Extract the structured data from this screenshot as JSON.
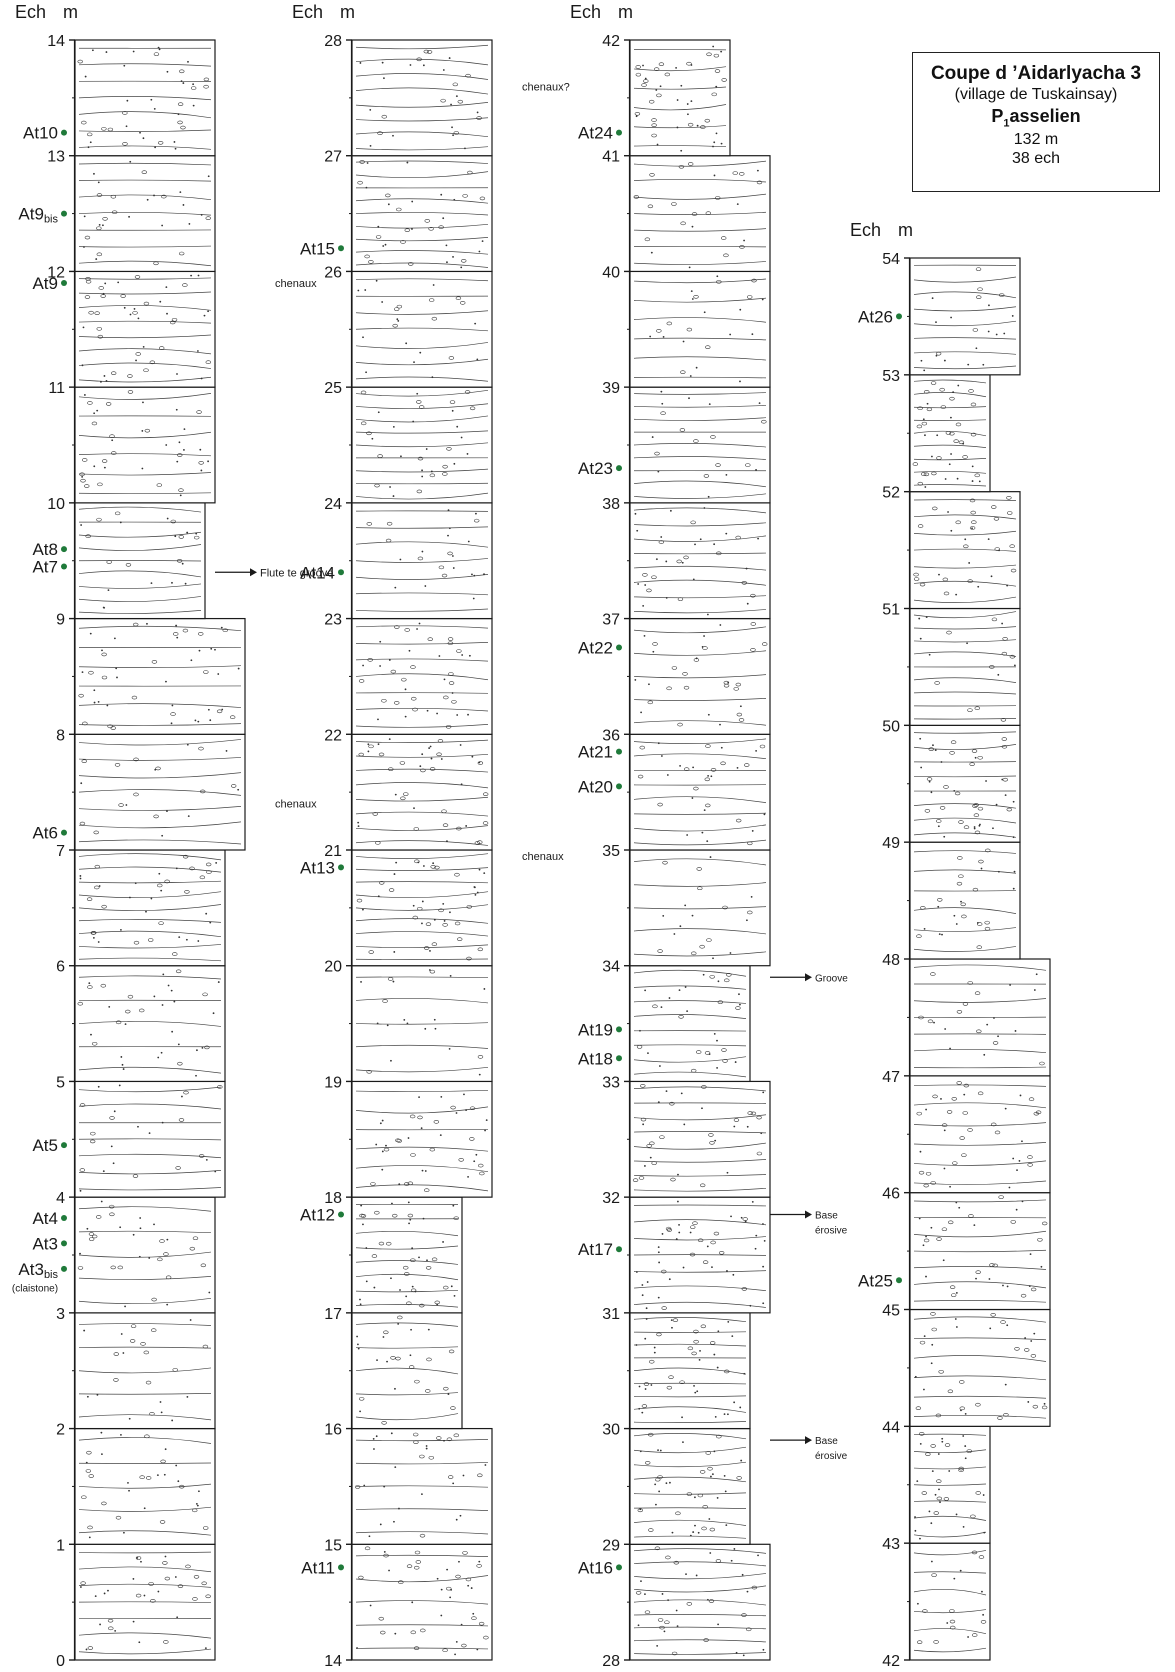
{
  "title": {
    "line1": "Coupe d ’Aidarlyacha 3",
    "line2": "(village de Tuskainsay)",
    "stage_main": "P",
    "stage_sub": "1",
    "stage_rest": "asselien",
    "thickness": "132 m",
    "samples": "38 ech"
  },
  "header_ech": "Ech",
  "header_m": "m",
  "columns": [
    {
      "id": "col1",
      "start": 0,
      "end": 14,
      "ticks": [
        "0",
        "1",
        "2",
        "3",
        "4",
        "5",
        "6",
        "7",
        "8",
        "9",
        "10",
        "11",
        "12",
        "13",
        "14"
      ],
      "samples": [
        {
          "label": "At10",
          "depth": 13.2
        },
        {
          "label": "At9",
          "sub": "bis",
          "depth": 12.5
        },
        {
          "label": "At9",
          "depth": 11.9
        },
        {
          "label": "At8",
          "depth": 9.6
        },
        {
          "label": "At7",
          "depth": 9.45
        },
        {
          "label": "At6",
          "depth": 7.15
        },
        {
          "label": "At5",
          "depth": 4.45
        },
        {
          "label": "At4",
          "depth": 3.82
        },
        {
          "label": "At3",
          "depth": 3.6
        },
        {
          "label": "At3",
          "sub": "bis",
          "depth": 3.38
        }
      ],
      "notes": [
        {
          "text": "(claistone)",
          "depth": 3.22
        },
        {
          "text": "chenaux",
          "depth": 11.9
        },
        {
          "text": "chenaux",
          "depth": 7.4
        },
        {
          "text": "Flute te groove",
          "depth": 9.4
        }
      ]
    },
    {
      "id": "col2",
      "start": 14,
      "end": 28,
      "ticks": [
        "14",
        "15",
        "16",
        "17",
        "18",
        "19",
        "20",
        "21",
        "22",
        "23",
        "24",
        "25",
        "26",
        "27",
        "28"
      ],
      "samples": [
        {
          "label": "At15",
          "depth": 26.2
        },
        {
          "label": "At14",
          "depth": 23.4
        },
        {
          "label": "At13",
          "depth": 20.85
        },
        {
          "label": "At12",
          "depth": 17.85
        },
        {
          "label": "At11",
          "depth": 14.8
        }
      ],
      "notes": [
        {
          "text": "chenaux?",
          "depth": 27.6
        },
        {
          "text": "chenaux",
          "depth": 20.95
        }
      ]
    },
    {
      "id": "col3",
      "start": 28,
      "end": 42,
      "ticks": [
        "28",
        "29",
        "30",
        "31",
        "32",
        "33",
        "34",
        "35",
        "36",
        "37",
        "38",
        "39",
        "40",
        "41",
        "42"
      ],
      "samples": [
        {
          "label": "At24",
          "depth": 41.2
        },
        {
          "label": "At23",
          "depth": 38.3
        },
        {
          "label": "At22",
          "depth": 36.75
        },
        {
          "label": "At21",
          "depth": 35.85
        },
        {
          "label": "At20",
          "depth": 35.55
        },
        {
          "label": "At19",
          "depth": 33.45
        },
        {
          "label": "At18",
          "depth": 33.2
        },
        {
          "label": "At17",
          "depth": 31.55
        },
        {
          "label": "At16",
          "depth": 28.8
        }
      ],
      "notes": [
        {
          "text": "Groove",
          "depth": 33.9
        },
        {
          "text": "Base",
          "depth": 31.85
        },
        {
          "text": "érosive",
          "depth": 31.72
        },
        {
          "text": "Base",
          "depth": 29.9
        },
        {
          "text": "érosive",
          "depth": 29.77
        }
      ]
    },
    {
      "id": "col4",
      "start": 42,
      "end": 54,
      "ticks": [
        "42",
        "43",
        "44",
        "45",
        "46",
        "47",
        "48",
        "49",
        "50",
        "51",
        "52",
        "53",
        "54"
      ],
      "samples": [
        {
          "label": "At26",
          "depth": 53.5
        },
        {
          "label": "At25",
          "depth": 45.25
        }
      ],
      "notes": []
    }
  ],
  "colors": {
    "line": "#1a1a1a",
    "sample_dot": "#1f7a3a",
    "paper": "#ffffff"
  }
}
